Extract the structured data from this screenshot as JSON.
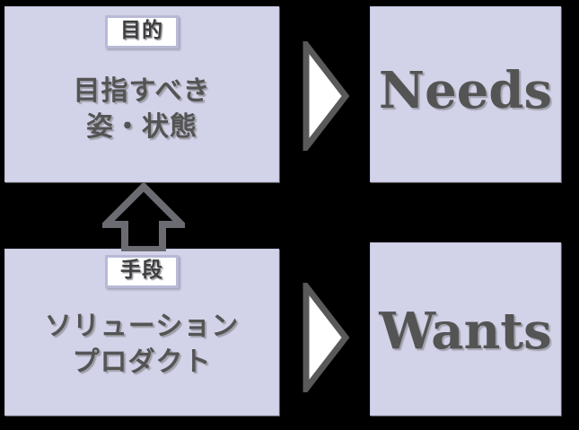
{
  "diagram": {
    "title_concept": "Needs and Wants vs Purpose and Means",
    "background_color": "#000000",
    "box_fill_color": "#d2d2e8",
    "text_color": "#545454",
    "badge_fill_color": "#ffffff",
    "badge_border_color": "#b9b9d6",
    "arrow_outline_color": "#595959",
    "arrow_fill_color": "#ffffff"
  },
  "boxes": {
    "left_top": {
      "badge": "目的",
      "line1": "目指すべき",
      "line2": "姿・状態"
    },
    "left_bottom": {
      "badge": "手段",
      "line1": "ソリューション",
      "line2": "プロダクト"
    },
    "right_top": {
      "label": "Needs"
    },
    "right_bottom": {
      "label": "Wants"
    }
  },
  "arrows": {
    "chevron_top": "right-chevron-arrow",
    "chevron_bottom": "right-chevron-arrow",
    "up_arrow": "up-block-arrow"
  }
}
